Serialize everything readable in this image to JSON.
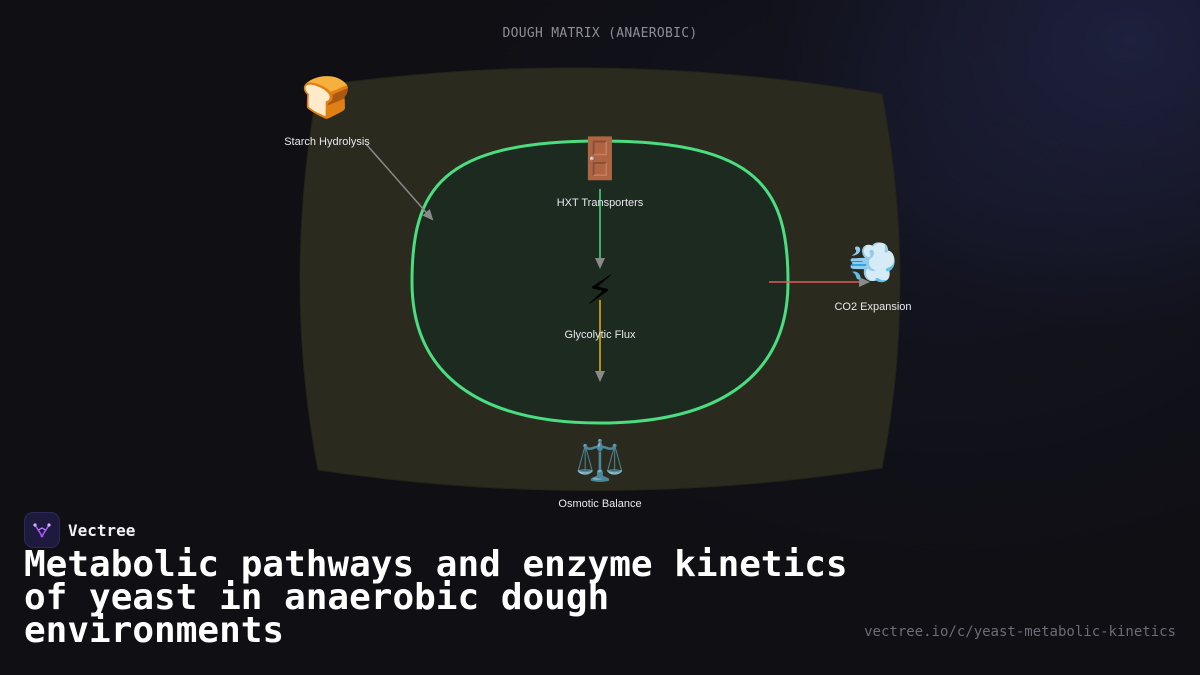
{
  "diagram": {
    "matrix_title": "DOUGH MATRIX (ANAEROBIC)",
    "colors": {
      "matrix_fill": "#2a2a1e",
      "cell_fill": "#1c2a20",
      "cell_border": "#4ade80",
      "arrow_gray": "#8a8a8a",
      "arrow_green": "#4ade80",
      "arrow_yellow": "#eab308",
      "arrow_red": "#ef4444"
    },
    "nodes": {
      "starch": {
        "icon": "bread-icon",
        "emoji": "🍞",
        "label": "Starch Hydrolysis"
      },
      "hxt": {
        "icon": "door-icon",
        "emoji": "🚪",
        "label": "HXT Transporters"
      },
      "glycolytic": {
        "icon": "lightning-icon",
        "emoji": "⚡",
        "label": "Glycolytic Flux"
      },
      "co2": {
        "icon": "wind-icon",
        "emoji": "💨",
        "label": "CO2 Expansion"
      },
      "osmotic": {
        "icon": "scales-icon",
        "emoji": "⚖️",
        "label": "Osmotic Balance"
      }
    }
  },
  "brand": {
    "name": "Vectree",
    "logo_icon": "vectree-logo-icon",
    "accent": "#a855f7"
  },
  "headline": "Metabolic pathways and enzyme kinetics of yeast in anaerobic dough environments",
  "url": "vectree.io/c/yeast-metabolic-kinetics"
}
